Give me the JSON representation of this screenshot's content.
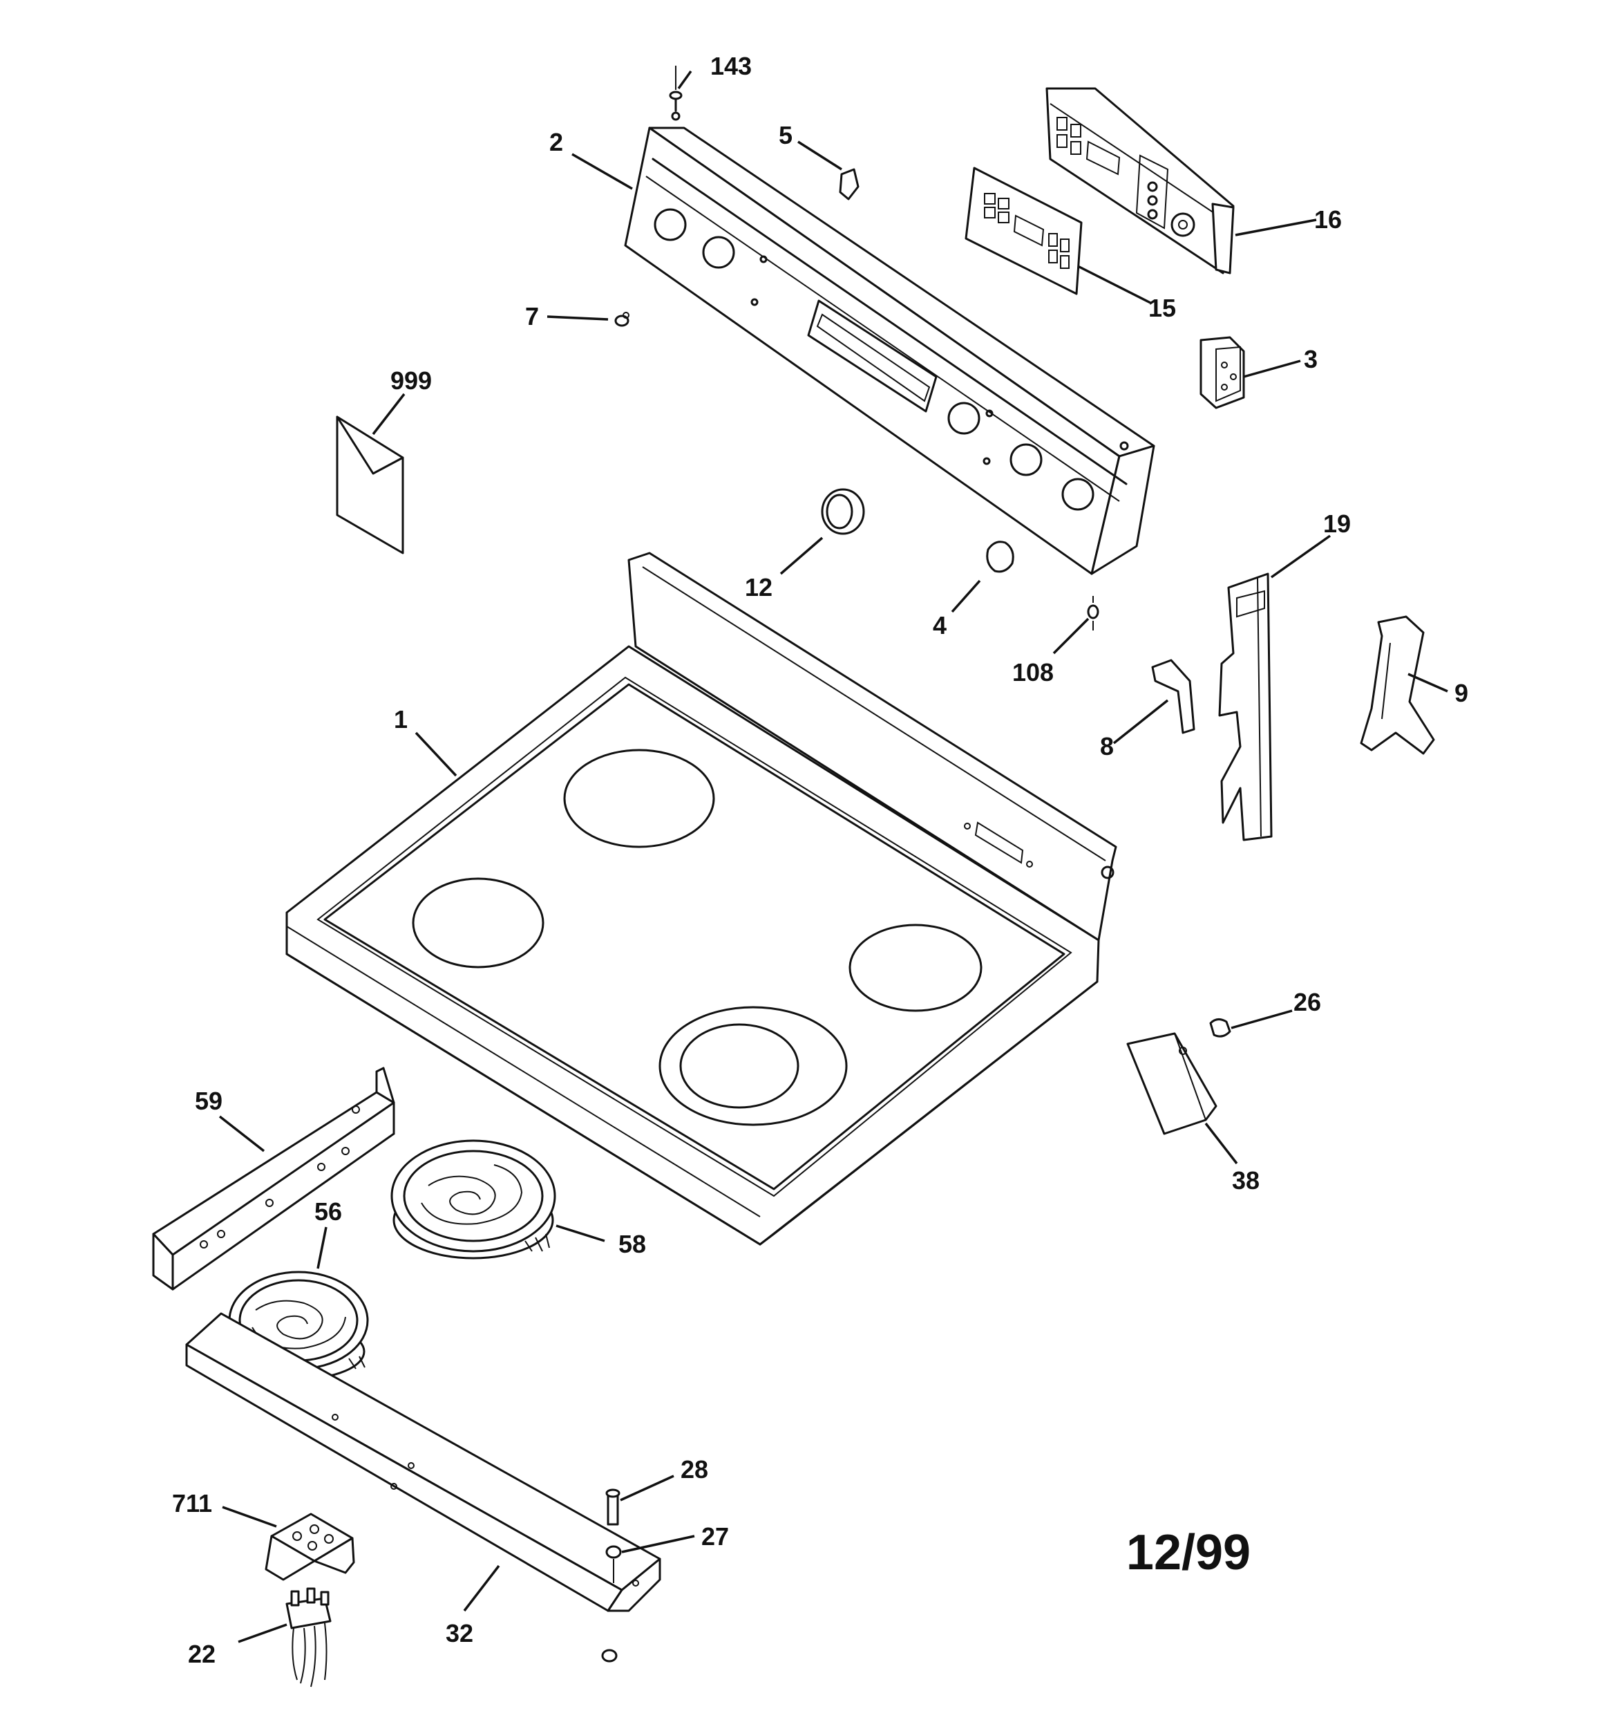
{
  "diagram": {
    "date_code": "12/99",
    "callouts": {
      "c143": "143",
      "c2": "2",
      "c5": "5",
      "c16": "16",
      "c15": "15",
      "c7": "7",
      "c3": "3",
      "c999": "999",
      "c19": "19",
      "c12": "12",
      "c4": "4",
      "c108": "108",
      "c9": "9",
      "c1": "1",
      "c8": "8",
      "c26": "26",
      "c59": "59",
      "c38": "38",
      "c56": "56",
      "c58": "58",
      "c28": "28",
      "c711": "711",
      "c27": "27",
      "c22": "22",
      "c32": "32"
    }
  }
}
